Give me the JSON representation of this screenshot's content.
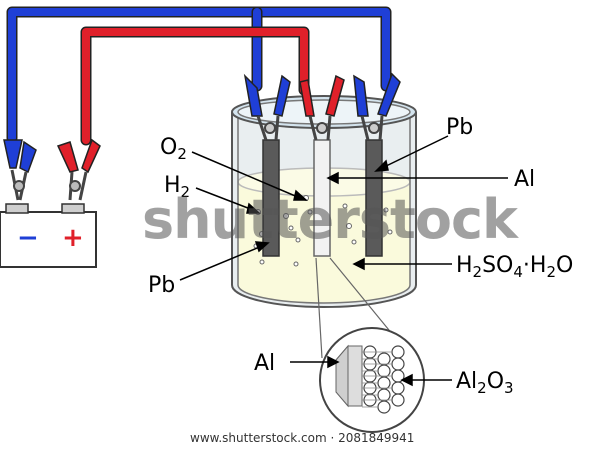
{
  "labels": {
    "o2": {
      "main": "O",
      "sub": "2"
    },
    "h2": {
      "main": "H",
      "sub": "2"
    },
    "pb_top": "Pb",
    "pb_bottom": "Pb",
    "al_right": "Al",
    "al_inset": "Al",
    "electrolyte": {
      "p1": "H",
      "s1": "2",
      "p2": "SO",
      "s2": "4",
      "p3": "·H",
      "s3": "2",
      "p4": "O"
    },
    "oxide": {
      "p1": "Al",
      "s1": "2",
      "p2": "O",
      "s2": "3"
    }
  },
  "battery": {
    "negative": "−",
    "positive": "+"
  },
  "watermark": "shutterstock",
  "credit": "www.shutterstock.com · 2081849941",
  "colors": {
    "negative_wire": "#1f3fd6",
    "positive_wire": "#e0202a",
    "electrolyte": "#fafadc",
    "lead": "#5a5a5a",
    "aluminium": "#f2f2f2"
  }
}
